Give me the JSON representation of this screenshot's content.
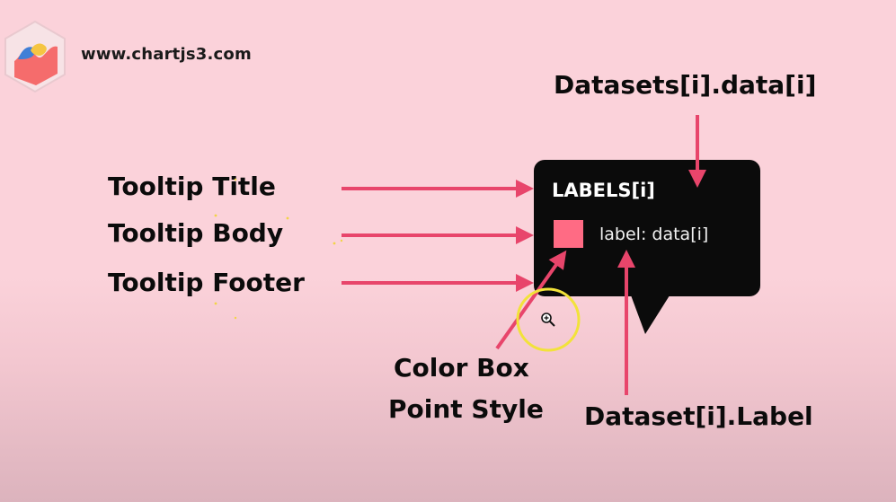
{
  "site": "www.chartjs3.com",
  "labels": {
    "tooltip_title": "Tooltip Title",
    "tooltip_body": "Tooltip Body",
    "tooltip_footer": "Tooltip Footer",
    "datasets_data": "Datasets[i].data[i]",
    "color_box": "Color Box",
    "point_style": "Point Style",
    "dataset_label": "Dataset[i].Label"
  },
  "tooltip": {
    "title": "LABELS[i]",
    "body": "label: data[i]",
    "color_box_color": "#ff6b84"
  },
  "colors": {
    "background": "#fbd2da",
    "arrow": "#e8456b",
    "tooltip_bg": "#0b0b0b",
    "cursor_ring": "#f2e23a"
  },
  "icons": [
    "chartjs-logo-icon",
    "zoom-cursor-icon"
  ]
}
